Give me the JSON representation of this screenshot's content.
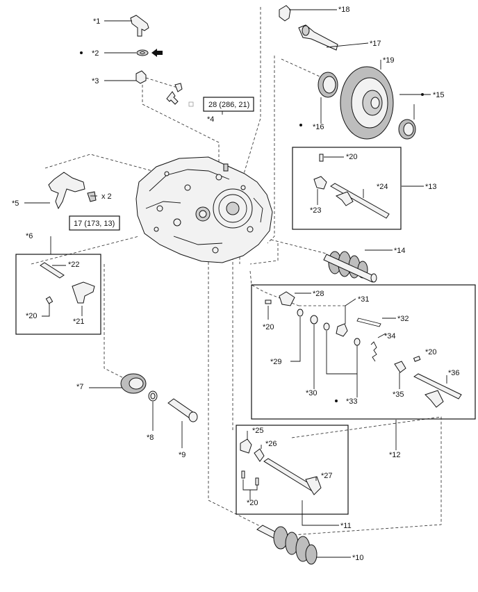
{
  "callouts": {
    "c1": "*1",
    "c2": "*2",
    "c3": "*3",
    "c4": "*4",
    "c5": "*5",
    "c6": "*6",
    "c7": "*7",
    "c8": "*8",
    "c9": "*9",
    "c10": "*10",
    "c11": "*11",
    "c12": "*12",
    "c13": "*13",
    "c14": "*14",
    "c15": "*15",
    "c16": "*16",
    "c17": "*17",
    "c18": "*18",
    "c19": "*19",
    "c20a": "*20",
    "c20b": "*20",
    "c20c": "*20",
    "c20d": "*20",
    "c20e": "*20",
    "c21": "*21",
    "c22": "*22",
    "c23": "*23",
    "c24": "*24",
    "c25": "*25",
    "c26": "*26",
    "c27": "*27",
    "c28": "*28",
    "c29": "*29",
    "c30": "*30",
    "c31": "*31",
    "c32": "*32",
    "c33": "*33",
    "c34": "*34",
    "c35": "*35",
    "c36": "*36"
  },
  "torque": {
    "t1": "28 (286, 21)",
    "t2": "17 (173, 13)"
  },
  "quantity": "x 2",
  "icons": [
    "bullet-mark",
    "apply-arrow",
    "bolt-arrow",
    "non-reusable-square"
  ]
}
